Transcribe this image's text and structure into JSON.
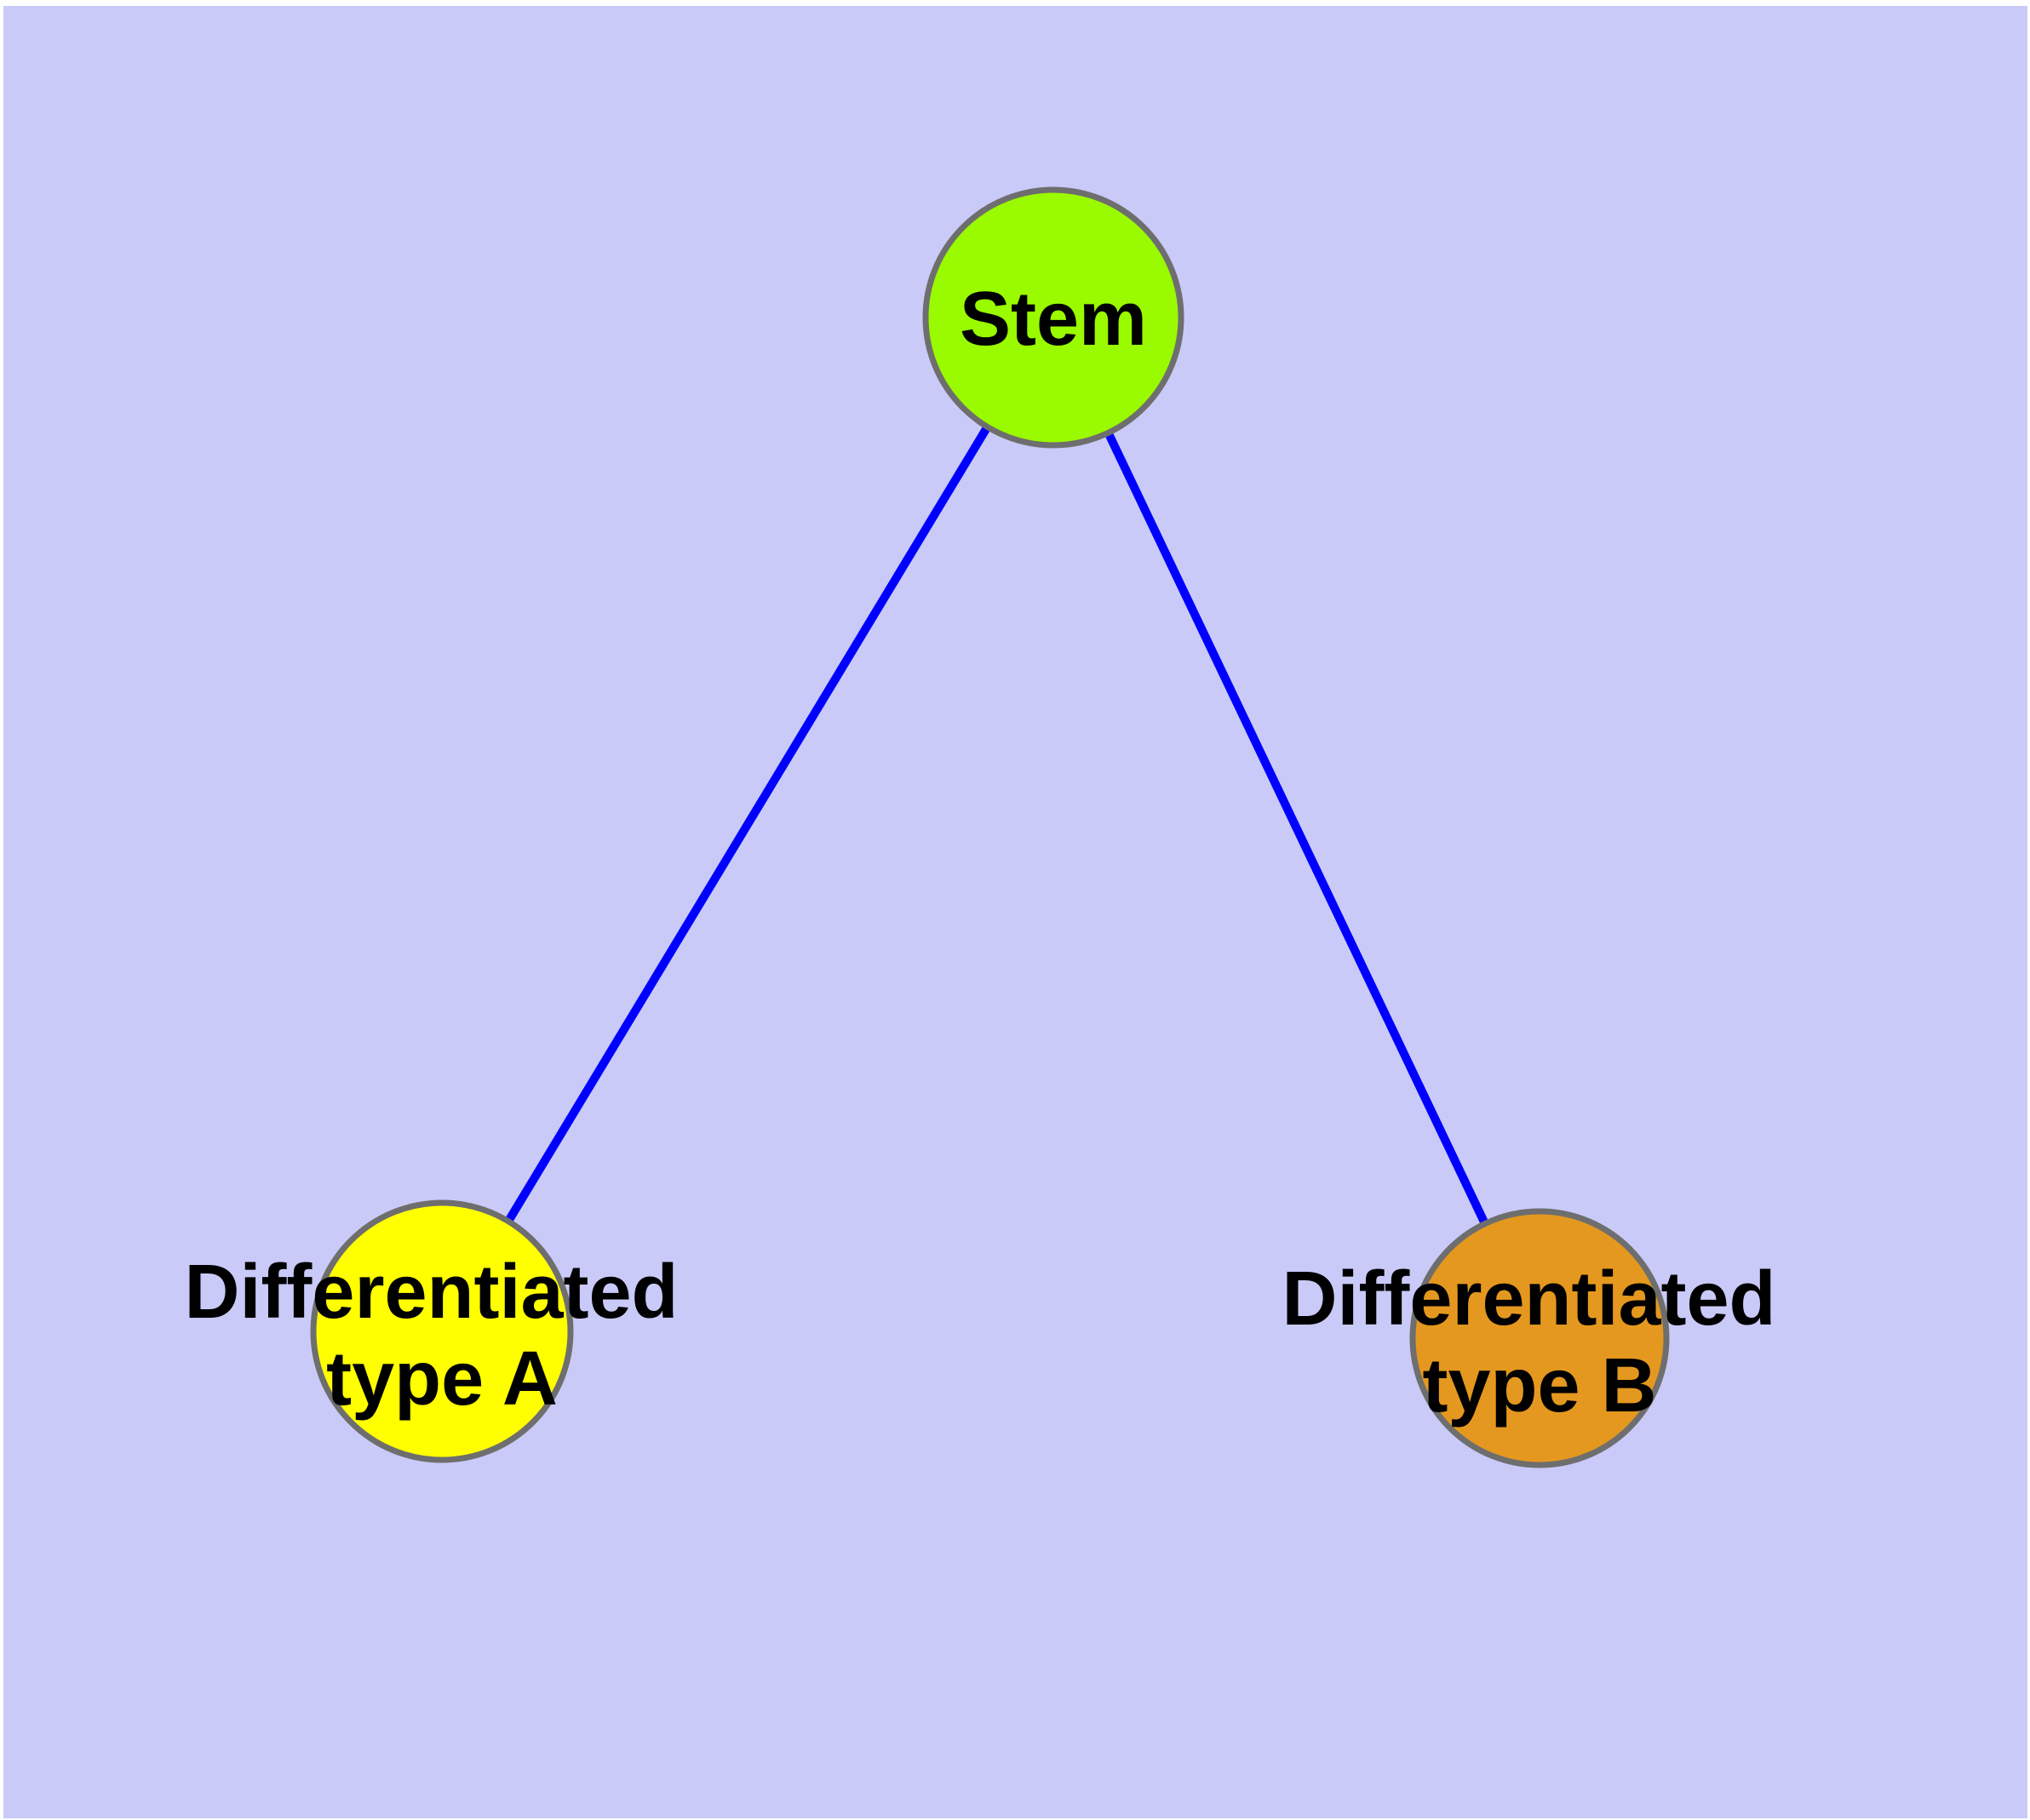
{
  "diagram": {
    "type": "node-link-graph",
    "description": "Stem cell differentiation graph: one stem node with edges to two differentiated cell type nodes",
    "background_color": "#cacaf8",
    "frame_color": "#ffffff",
    "edge_color": "#0000ff",
    "node_border_color": "#6e6e6e",
    "label_color": "#000000",
    "nodes": [
      {
        "id": "stem",
        "label": "Stem",
        "color": "#9afa00"
      },
      {
        "id": "differentiated-type-a",
        "label_line1": "Differentiated",
        "label_line2": "type A",
        "color": "#ffff00"
      },
      {
        "id": "differentiated-type-b",
        "label_line1": "Differentiated",
        "label_line2": "type B",
        "color": "#e5981f"
      }
    ],
    "edges": [
      {
        "from": "stem",
        "to": "differentiated-type-a"
      },
      {
        "from": "stem",
        "to": "differentiated-type-b"
      }
    ]
  }
}
